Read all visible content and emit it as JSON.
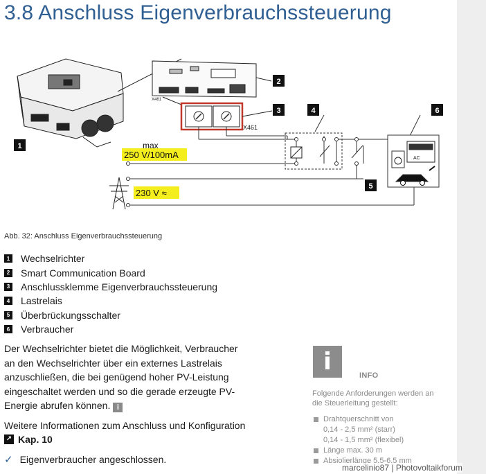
{
  "title": "3.8 Anschluss Eigenverbrauchssteuerung",
  "diagram": {
    "labels": {
      "l1": "1",
      "l2": "2",
      "l3": "3",
      "l4": "4",
      "l5": "5",
      "l6": "6"
    },
    "x461_board": "X461",
    "x461_terminal": "X461",
    "max_label": "max",
    "signal_rating": "250 V/100mA",
    "mains_rating": "230 V ≈",
    "ac_label": "AC",
    "colors": {
      "highlight": "#f5ee1e",
      "terminal_frame": "#c0392b",
      "line": "#333333"
    }
  },
  "caption": "Abb. 32: Anschluss Eigenverbrauchssteuerung",
  "legend": [
    {
      "num": "1",
      "text": "Wechselrichter"
    },
    {
      "num": "2",
      "text": "Smart Communication Board"
    },
    {
      "num": "3",
      "text": "Anschlussklemme Eigenverbrauchssteuerung"
    },
    {
      "num": "4",
      "text": "Lastrelais"
    },
    {
      "num": "5",
      "text": "Überbrückungsschalter"
    },
    {
      "num": "6",
      "text": "Verbraucher"
    }
  ],
  "body": {
    "line1": "Der Wechselrichter bietet die Möglichkeit, Verbraucher",
    "line2": "an den Wechselrichter über ein externes Lastrelais",
    "line3": "anzuschließen, die bei genügend hoher PV-Leistung",
    "line4": "eingeschaltet werden und so die gerade erzeugte PV-",
    "line5": "Energie abrufen können.",
    "info_glyph": "i"
  },
  "more": {
    "text": "Weitere Informationen zum Anschluss und Konfiguration",
    "link_glyph": "↗",
    "kap": "Kap. 10"
  },
  "check": {
    "glyph": "✓",
    "text": "Eigenverbraucher angeschlossen."
  },
  "info": {
    "glyph": "i",
    "label": "INFO",
    "intro1": "Folgende Anforderungen werden an",
    "intro2": "die Steuerleitung gestellt:",
    "items": [
      {
        "text": "Drahtquerschnitt von"
      },
      {
        "text": "Länge max. 30 m"
      },
      {
        "text": "Absiolierlänge 5,5-6,5 mm"
      }
    ],
    "sub1": "0,14 - 2,5 mm² (starr)",
    "sub2": "0,14 - 1,5 mm² (flexibel)"
  },
  "watermark": "marcelinio87 | Photovoltaikforum"
}
